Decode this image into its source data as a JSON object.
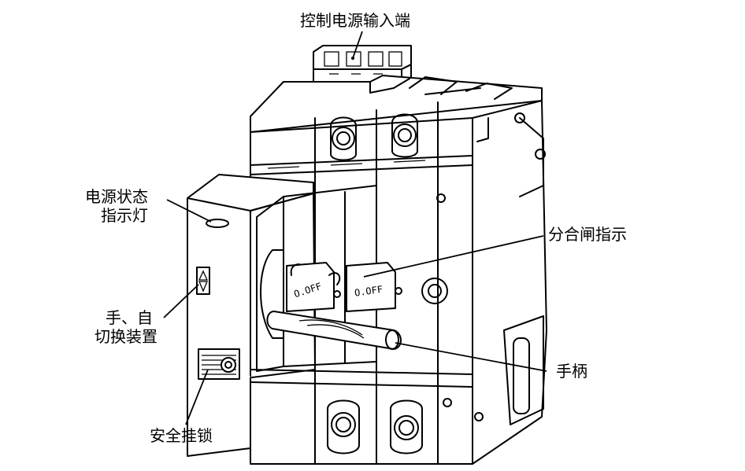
{
  "labels": {
    "control_power_input": "控制电源输入端",
    "power_indicator_line1": "电源状态",
    "power_indicator_line2": "指示灯",
    "open_close_indicator": "分合闸指示",
    "manual_auto_line1": "手、自",
    "manual_auto_line2": "切换装置",
    "handle": "手柄",
    "safety_lock": "安全挂锁"
  },
  "marks": {
    "switch_left": "O.OFF",
    "switch_right": "O.OFF"
  }
}
